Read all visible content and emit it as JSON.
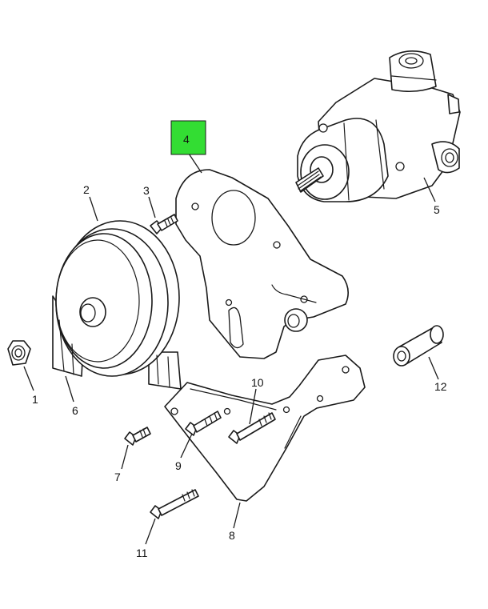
{
  "diagram": {
    "highlight_color": "#33dd33",
    "callouts": {
      "c1": "1",
      "c2": "2",
      "c3": "3",
      "c4": "4",
      "c5": "5",
      "c6": "6",
      "c7": "7",
      "c8": "8",
      "c9": "9",
      "c10": "10",
      "c11": "11",
      "c12": "12"
    }
  }
}
